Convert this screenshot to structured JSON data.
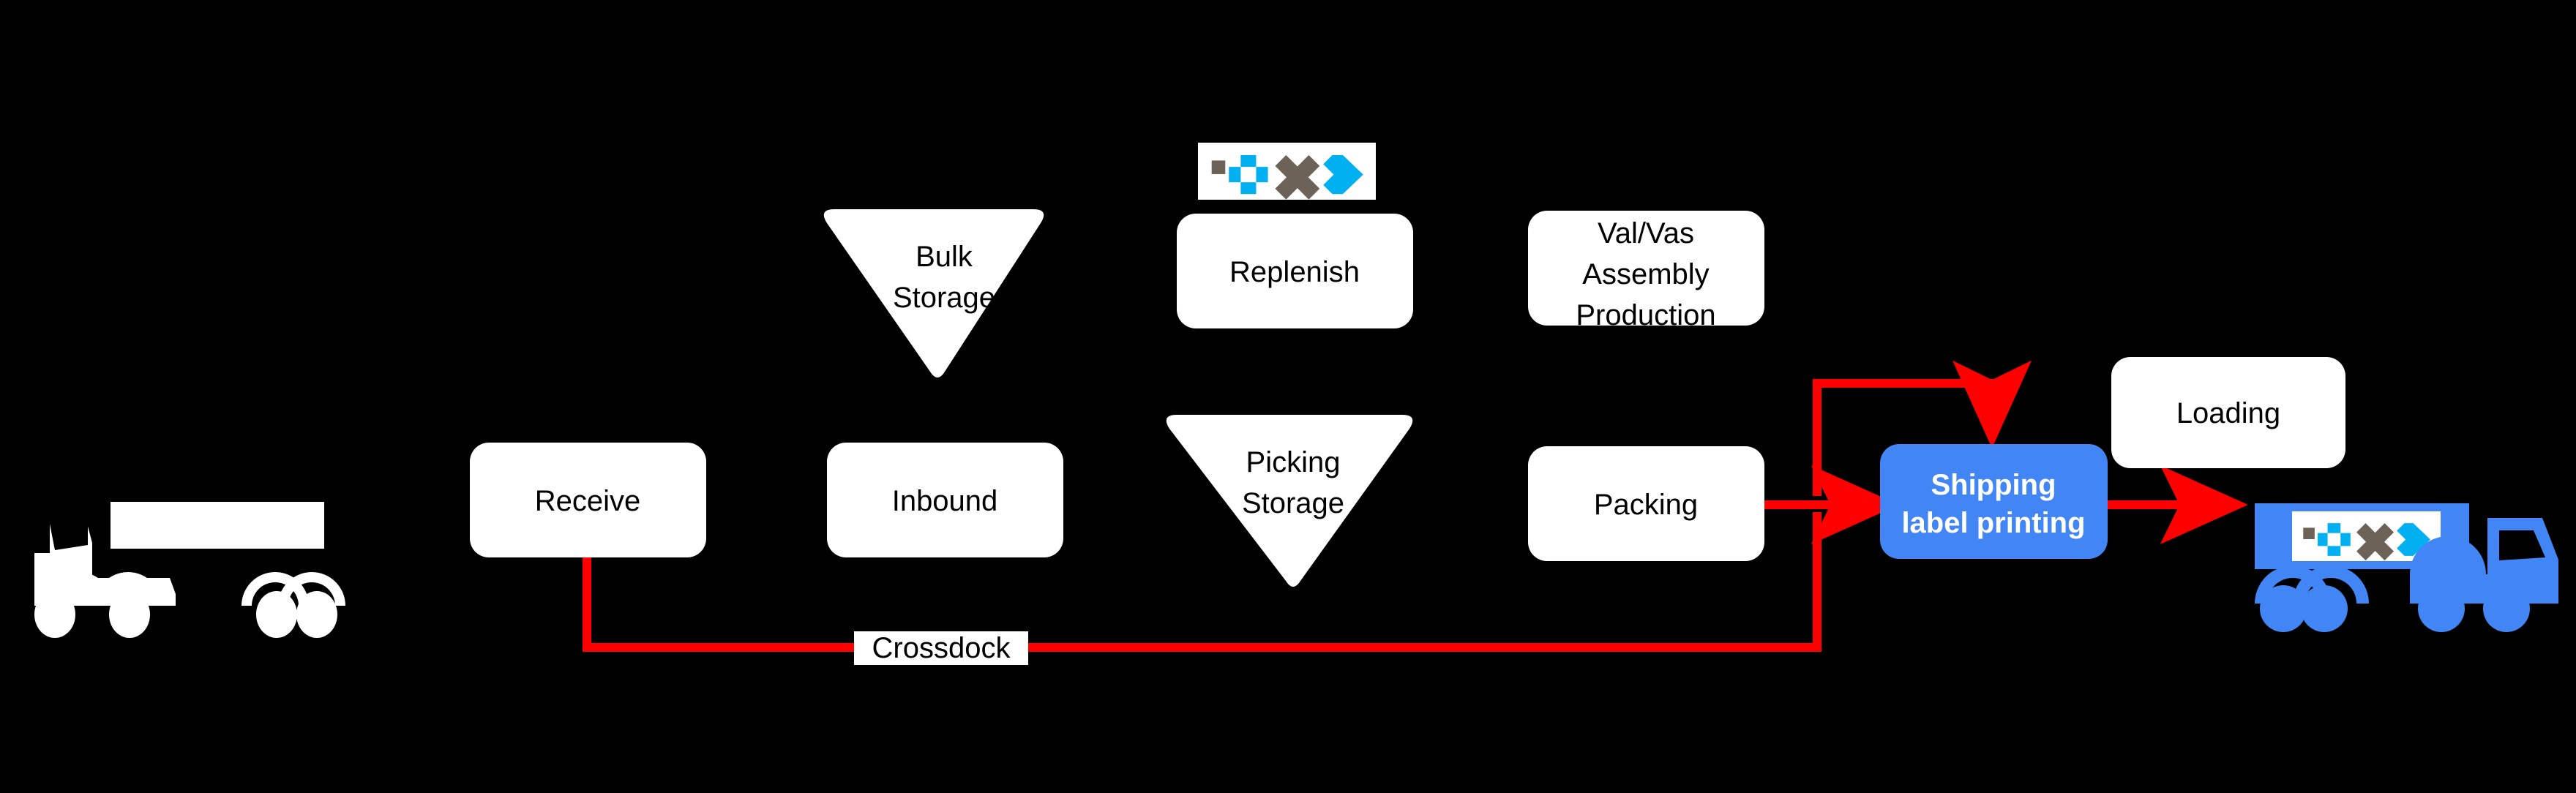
{
  "diagram": {
    "title": "Warehouse inbound-to-outbound process flow",
    "background_color": "#000000",
    "colors": {
      "node_fill": "#ffffff",
      "node_text": "#000000",
      "highlight_fill": "#4285f4",
      "highlight_text": "#ffffff",
      "flow_line": "#ff0000",
      "truck_inbound": "#ffffff",
      "truck_outbound": "#4285f4",
      "logo_brown": "#6d6257",
      "logo_cyan": "#00b0f0",
      "logo_plate": "#ffffff"
    },
    "nodes": [
      {
        "id": "inbound-truck",
        "label": "",
        "shape": "truck",
        "style": "white"
      },
      {
        "id": "receive",
        "label": "Receive",
        "shape": "rounded-rect",
        "style": "white"
      },
      {
        "id": "inbound",
        "label": "Inbound",
        "shape": "rounded-rect",
        "style": "white"
      },
      {
        "id": "bulk-storage",
        "label": "Bulk\nStorage",
        "shape": "inverted-triangle",
        "style": "white"
      },
      {
        "id": "picking-storage",
        "label": "Picking\nStorage",
        "shape": "inverted-triangle",
        "style": "white"
      },
      {
        "id": "replenish",
        "label": "Replenish",
        "shape": "rounded-rect",
        "style": "white"
      },
      {
        "id": "valvas",
        "label": "Val/Vas\nAssembly\nProduction",
        "shape": "rounded-rect",
        "style": "white"
      },
      {
        "id": "packing",
        "label": "Packing",
        "shape": "rounded-rect",
        "style": "white"
      },
      {
        "id": "shipping-label",
        "label": "Shipping\nlabel printing",
        "shape": "rounded-rect",
        "style": "blue"
      },
      {
        "id": "loading",
        "label": "Loading",
        "shape": "rounded-rect",
        "style": "white"
      },
      {
        "id": "outbound-truck",
        "label": "",
        "shape": "truck",
        "style": "blue"
      }
    ],
    "node_text": {
      "receive": "Receive",
      "inbound": "Inbound",
      "bulk_storage_line1": "Bulk",
      "bulk_storage_line2": "Storage",
      "picking_storage_line1": "Picking",
      "picking_storage_line2": "Storage",
      "replenish": "Replenish",
      "valvas_line1": "Val/Vas",
      "valvas_line2": "Assembly",
      "valvas_line3": "Production",
      "packing": "Packing",
      "shipping_line1": "Shipping",
      "shipping_line2": "label printing",
      "loading": "Loading"
    },
    "edges": [
      {
        "id": "crossdock-edge",
        "from": "receive",
        "to": "shipping-label",
        "label": "Crossdock",
        "color": "#ff0000",
        "routing": "down-right-up-right-down",
        "arrowhead": true
      },
      {
        "id": "packing-to-shipping",
        "from": "packing",
        "to": "shipping-label",
        "label": "",
        "color": "#ff0000",
        "routing": "straight-right",
        "arrowhead": true
      },
      {
        "id": "shipping-to-truck",
        "from": "shipping-label",
        "to": "outbound-truck",
        "label": "",
        "color": "#ff0000",
        "routing": "straight-right",
        "arrowhead": true
      }
    ],
    "edge_labels": {
      "crossdock": "Crossdock"
    },
    "logo": {
      "name": "company-logo",
      "shapes": [
        "small-square",
        "plus-cross",
        "x-cross",
        "chevron-right"
      ],
      "placements": [
        "above-replenish-box",
        "on-outbound-truck-trailer"
      ]
    }
  }
}
